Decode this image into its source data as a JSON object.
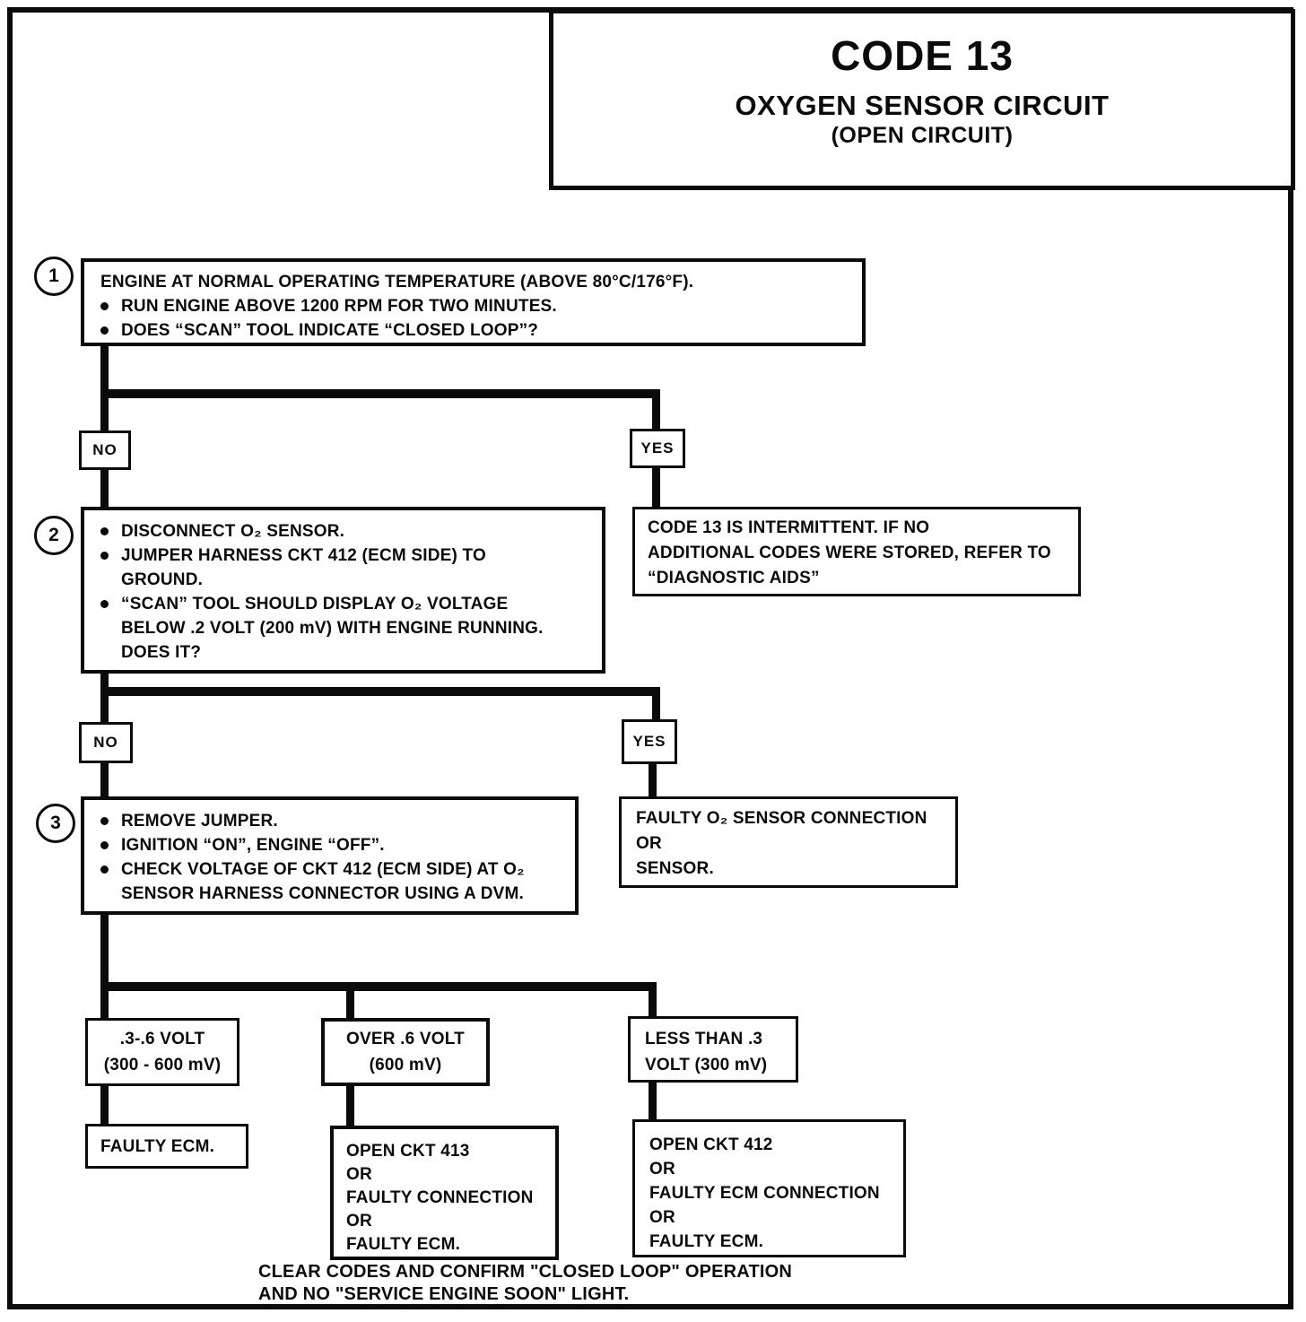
{
  "page": {
    "background": "#ffffff",
    "ink": "#0b0b0b"
  },
  "title": {
    "code": "CODE 13",
    "line1": "OXYGEN SENSOR CIRCUIT",
    "line2": "(OPEN CIRCUIT)"
  },
  "step1": {
    "number": "1",
    "heading": "ENGINE AT NORMAL OPERATING TEMPERATURE (ABOVE 80°C/176°F).",
    "bullet1": "RUN ENGINE ABOVE 1200 RPM FOR TWO MINUTES.",
    "bullet2": "DOES “SCAN” TOOL INDICATE “CLOSED LOOP”?"
  },
  "branch1": {
    "no": "NO",
    "yes": "YES"
  },
  "step2": {
    "number": "2",
    "bullet1": "DISCONNECT O₂ SENSOR.",
    "bullet2": "JUMPER HARNESS CKT 412 (ECM SIDE) TO\nGROUND.",
    "bullet3": "“SCAN” TOOL SHOULD DISPLAY O₂ VOLTAGE\nBELOW .2  VOLT (200 mV) WITH ENGINE RUNNING.\nDOES IT?"
  },
  "intermittent": {
    "text": "CODE 13 IS INTERMITTENT.  IF NO\nADDITIONAL CODES WERE STORED, REFER TO\n“DIAGNOSTIC AIDS”"
  },
  "branch2": {
    "no": "NO",
    "yes": "YES"
  },
  "step3": {
    "number": "3",
    "bullet1": "REMOVE JUMPER.",
    "bullet2": "IGNITION “ON”,  ENGINE  “OFF”.",
    "bullet3": "CHECK VOLTAGE OF CKT 412 (ECM SIDE) AT O₂\nSENSOR HARNESS CONNECTOR USING A DVM."
  },
  "faulty_sensor": {
    "text": "FAULTY O₂ SENSOR CONNECTION\nOR\nSENSOR."
  },
  "voltage1": {
    "text": ".3-.6 VOLT\n(300 - 600 mV)"
  },
  "voltage2": {
    "text": "OVER .6  VOLT\n(600 mV)"
  },
  "voltage3": {
    "text": "LESS THAN .3\nVOLT  (300 mV)"
  },
  "result1": {
    "text": "FAULTY ECM."
  },
  "result2": {
    "text": "OPEN CKT 413\nOR\nFAULTY CONNECTION\nOR\nFAULTY ECM."
  },
  "result3": {
    "text": "OPEN CKT  412\nOR\nFAULTY ECM CONNECTION\nOR\nFAULTY ECM."
  },
  "footer": {
    "text": "CLEAR CODES AND CONFIRM \"CLOSED LOOP\" OPERATION\nAND NO \"SERVICE ENGINE SOON\" LIGHT."
  }
}
